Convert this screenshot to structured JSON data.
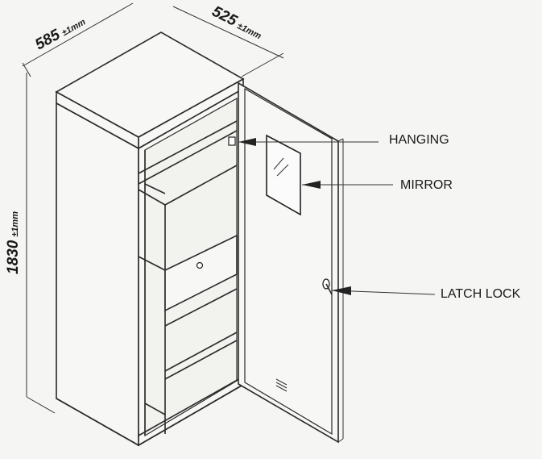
{
  "dimensions": {
    "width": {
      "value": "585",
      "tolerance": "±1mm"
    },
    "depth": {
      "value": "525",
      "tolerance": "±1mm"
    },
    "height": {
      "value": "1830",
      "tolerance": "±1mm"
    }
  },
  "callouts": {
    "hanging": "HANGING",
    "mirror": "MIRROR",
    "latch_lock": "LATCH LOCK"
  }
}
